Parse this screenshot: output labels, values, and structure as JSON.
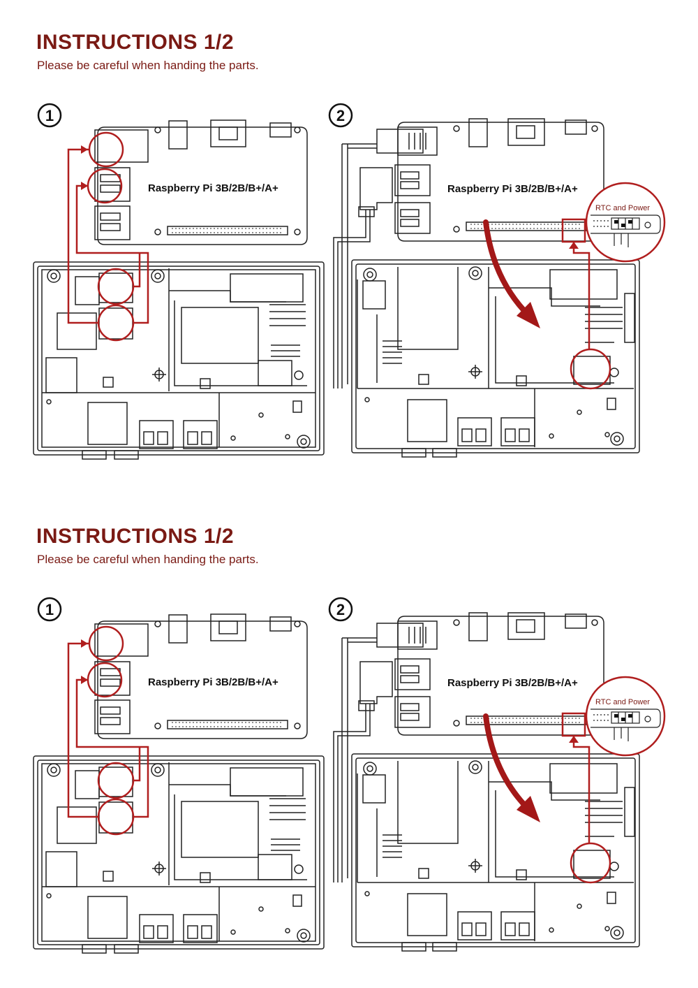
{
  "colors": {
    "accent": "#7a1a14",
    "line": "#222222",
    "highlight": "#b01e1e"
  },
  "sections": [
    {
      "title": "INSTRUCTIONS 1/2",
      "subtitle": "Please be careful when handing the parts.",
      "steps": [
        {
          "number": "1",
          "board_label": "Raspberry Pi 3B/2B/B+/A+"
        },
        {
          "number": "2",
          "board_label": "Raspberry Pi 3B/2B/B+/A+",
          "callout": "RTC and Power"
        }
      ]
    },
    {
      "title": "INSTRUCTIONS 1/2",
      "subtitle": "Please be careful when handing the parts.",
      "steps": [
        {
          "number": "1",
          "board_label": "Raspberry Pi 3B/2B/B+/A+"
        },
        {
          "number": "2",
          "board_label": "Raspberry Pi 3B/2B/B+/A+",
          "callout": "RTC and Power"
        }
      ]
    }
  ]
}
